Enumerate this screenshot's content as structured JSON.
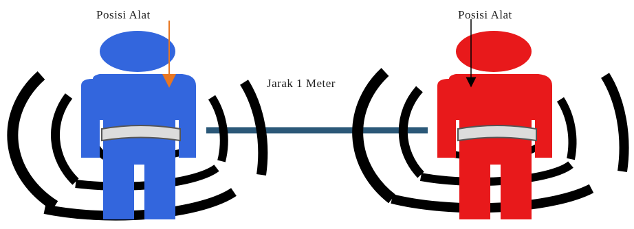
{
  "labels": {
    "left_position": "Posisi Alat",
    "right_position": "Posisi Alat",
    "distance": "Jarak 1 Meter"
  },
  "colors": {
    "left_figure": "#3366dd",
    "right_figure": "#e8191b",
    "signal_arcs": "#000000",
    "connector": "#2b5878",
    "left_arrow": "#e87722",
    "right_arrow": "#000000",
    "belt": "#dcdcdc"
  },
  "icons": {
    "left_figure": "person-icon",
    "right_figure": "person-icon",
    "signal": "wireless-signal-icon",
    "device": "belt-device-icon"
  }
}
